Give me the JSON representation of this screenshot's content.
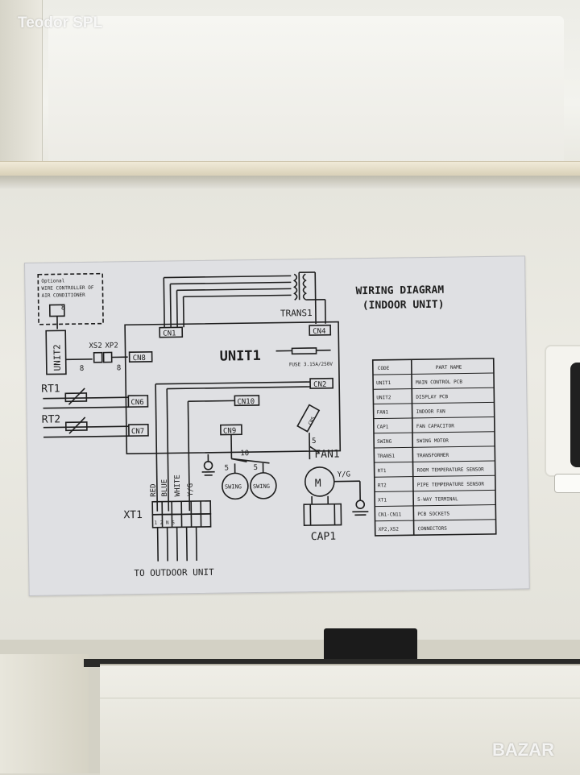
{
  "watermarks": {
    "top": "Teodor SPL",
    "bottom": "BAZAR"
  },
  "sticker": {
    "title_line1": "WIRING DIAGRAM",
    "title_line2": "(INDOOR UNIT)",
    "pcb_label": "UNIT1",
    "fuse_label": "FUSE 3.15A/250V",
    "transformer_label": "TRANS1",
    "fan_label": "FAN1",
    "fan_motor_symbol": "M",
    "capacitor_label": "CAP1",
    "terminal_label": "XT1",
    "outdoor_label": "TO OUTDOOR UNIT",
    "wire_controller_lines": [
      "Optional",
      "WIRE CONTROLLER OF",
      "AIR CONDITIONER"
    ],
    "display_unit_label": "UNIT2",
    "connectors": {
      "cn1": "CN1",
      "cn2": "CN2",
      "cn4": "CN4",
      "cn5": "CN5",
      "cn6": "CN6",
      "cn7": "CN7",
      "cn8": "CN8",
      "cn9": "CN9",
      "cn10": "CN10",
      "xs2": "XS2",
      "xp2": "XP2"
    },
    "sensors": {
      "rt1": "RT1",
      "rt2": "RT2"
    },
    "swing_label": "SWING",
    "wire_counts": {
      "eight": "8",
      "five": "5",
      "ten": "10"
    },
    "wire_colors": [
      "RED",
      "BLUE",
      "WHITE",
      "Y/G"
    ],
    "yg_label": "Y/G",
    "terminal_numbers": "1 2 N S",
    "parts_table": {
      "headers": [
        "CODE",
        "PART NAME"
      ],
      "rows": [
        [
          "UNIT1",
          "MAIN CONTROL PCB"
        ],
        [
          "UNIT2",
          "DISPLAY PCB"
        ],
        [
          "FAN1",
          "INDOOR FAN"
        ],
        [
          "CAP1",
          "FAN CAPACITOR"
        ],
        [
          "SWING",
          "SWING MOTOR"
        ],
        [
          "TRANS1",
          "TRANSFORMER"
        ],
        [
          "RT1",
          "ROOM TEMPERATURE SENSOR"
        ],
        [
          "RT2",
          "PIPE TEMPERATURE SENSOR"
        ],
        [
          "XT1",
          "5-WAY TERMINAL"
        ],
        [
          "CN1-CN11",
          "PCB SOCKETS"
        ],
        [
          "XP2,XS2",
          "CONNECTORS"
        ]
      ]
    }
  },
  "colors": {
    "sticker_bg": "#dfe0e3",
    "ink": "#1e1e1e",
    "housing": "#ecebe4"
  }
}
